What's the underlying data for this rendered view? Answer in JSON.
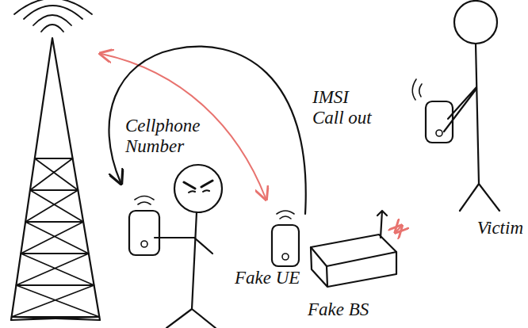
{
  "diagram": {
    "nodes": [
      {
        "text": [
          "Fake UE"
        ]
      },
      {
        "text": [
          "Fake BS"
        ]
      },
      {
        "text": [
          "Victim"
        ]
      }
    ],
    "edges": [
      {
        "from": 1,
        "to": 2,
        "arrow": "both"
      }
    ],
    "labels": [
      "Cellphone Number",
      "IMSI Call out"
    ]
  }
}
